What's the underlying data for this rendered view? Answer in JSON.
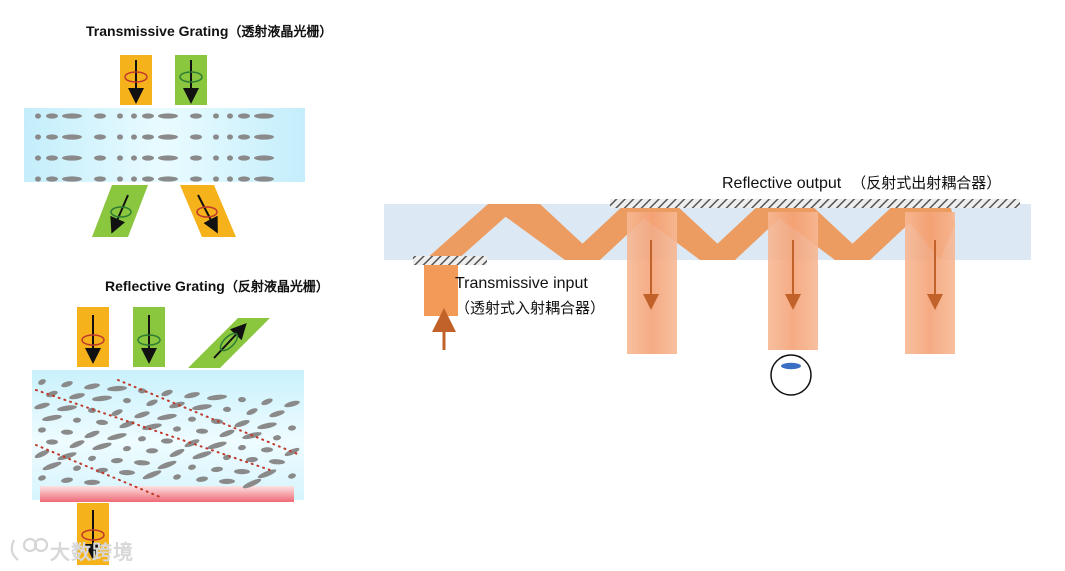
{
  "labels": {
    "transmissive_grating": {
      "en": "Transmissive Grating",
      "cn": "（透射液晶光栅）"
    },
    "reflective_grating": {
      "en": "Reflective Grating",
      "cn": "（反射液晶光栅）"
    },
    "reflective_output": {
      "en": "Reflective output",
      "cn": "（反射式出射耦合器）"
    },
    "transmissive_input": {
      "en": "Transmissive input",
      "cn": "（透射式入射耦合器）"
    }
  },
  "watermark": "大数跨境",
  "colors": {
    "beam_orange": "#f5b21b",
    "beam_green": "#8bc63f",
    "waveguide": "#dce9f5",
    "grating_cyan": "#c9f0fb",
    "lc_molecule": "#8a8a8a",
    "light_path": "#f08a3c",
    "pupil_beam": "#f4a77a",
    "arrow_brown": "#c0622a",
    "hatch": "#555555",
    "eye_pupil": "#3a6fc4"
  },
  "icons": [
    "circular-polarization-icon",
    "eye-icon",
    "watermark-logo-icon"
  ]
}
